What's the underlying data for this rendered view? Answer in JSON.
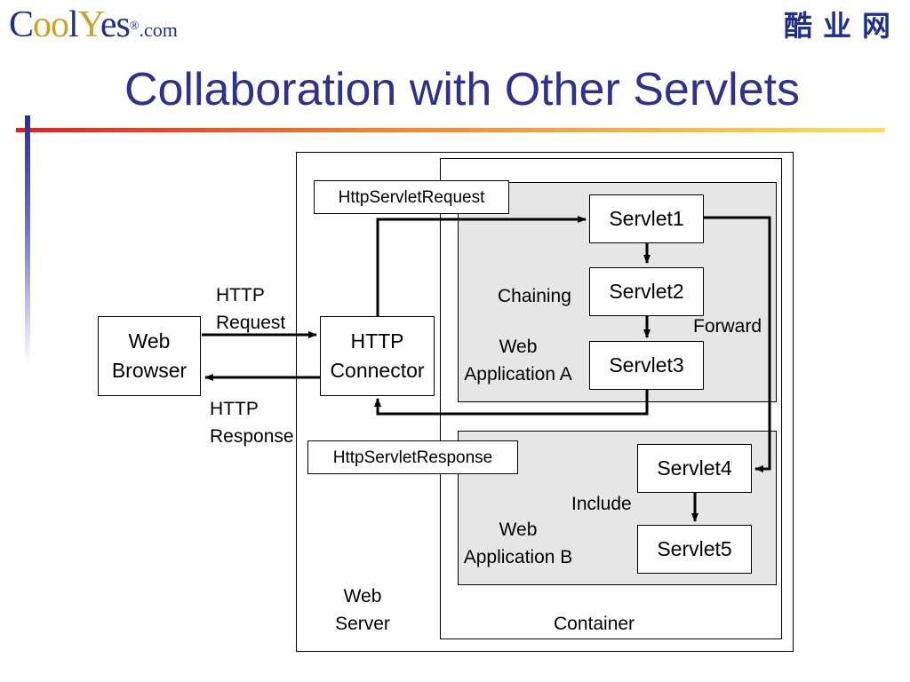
{
  "header": {
    "logo": {
      "c": "C",
      "oo": "oo",
      "l": "l",
      "y": "Y",
      "es": "es",
      "reg": "®",
      "com": ".com"
    },
    "brand_cn": "酷业网",
    "title": "Collaboration with Other Servlets"
  },
  "diagram": {
    "web_browser": "Web\nBrowser",
    "http_connector": "HTTP\nConnector",
    "http_request": "HTTP\nRequest",
    "http_response": "HTTP\nResponse",
    "http_servlet_request": "HttpServletRequest",
    "http_servlet_response": "HttpServletResponse",
    "servlet1": "Servlet1",
    "servlet2": "Servlet2",
    "servlet3": "Servlet3",
    "servlet4": "Servlet4",
    "servlet5": "Servlet5",
    "chaining": "Chaining",
    "forward": "Forward",
    "include": "Include",
    "web_app_a": "Web\nApplication A",
    "web_app_b": "Web\nApplication B",
    "web_server": "Web\nServer",
    "container": "Container"
  }
}
